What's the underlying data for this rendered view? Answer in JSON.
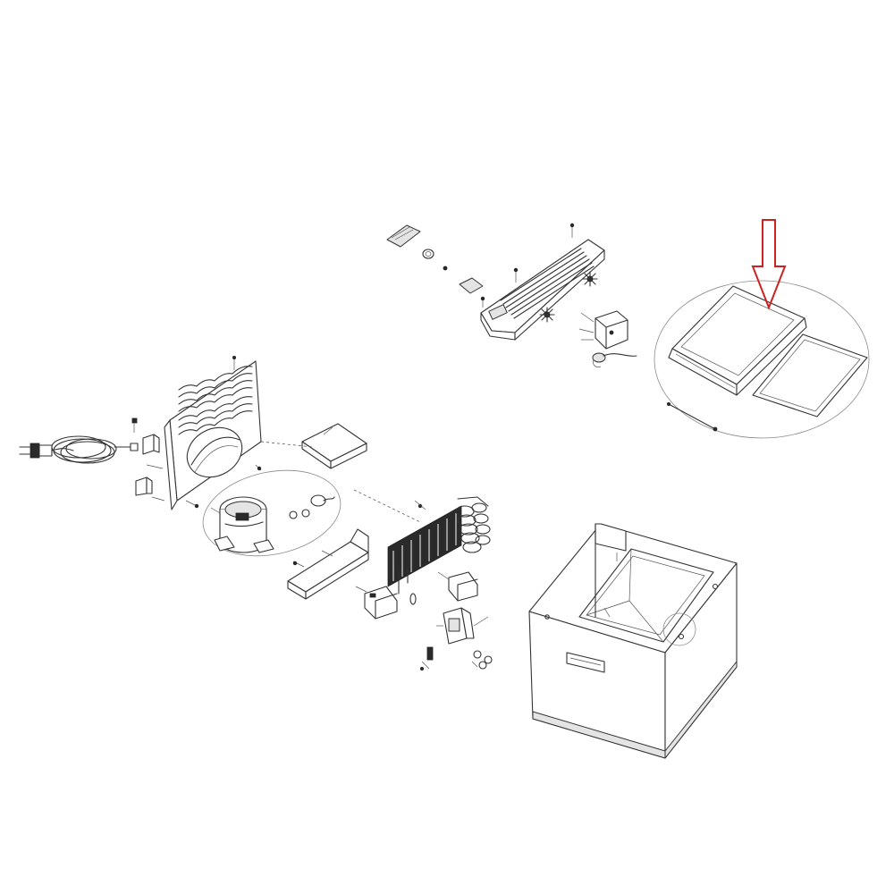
{
  "diagram": {
    "title": "",
    "highlight_color": "#cc2222",
    "line_color": "#333333",
    "parts": [
      "power-cord",
      "rear-grille-panel",
      "compressor-assembly",
      "condenser-coil",
      "control-panel-housing",
      "door-lid-assembly",
      "cabinet-body"
    ],
    "callout": {
      "indicator": "arrow-down-icon",
      "target": "door-lid-assembly"
    }
  }
}
